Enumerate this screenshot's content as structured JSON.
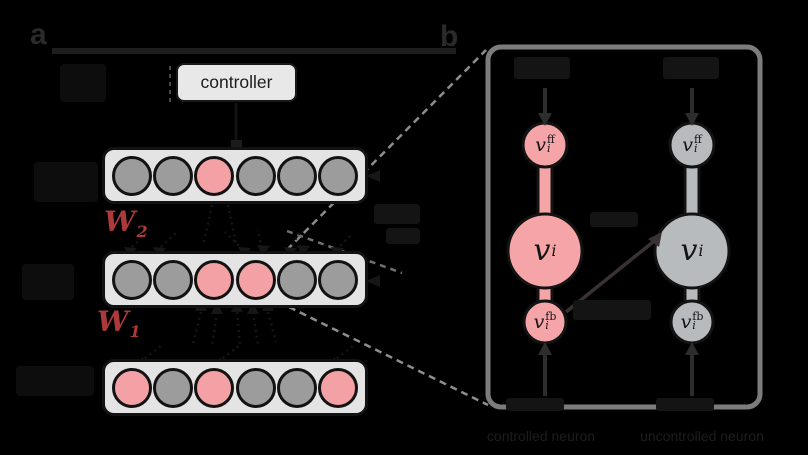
{
  "figure": {
    "background": "#000000",
    "panel_a": {
      "label": "a",
      "controller": {
        "label": "controller"
      },
      "weights": [
        {
          "base": "W",
          "sub": "2"
        },
        {
          "base": "W",
          "sub": "1"
        }
      ],
      "layers": [
        {
          "name": "hidden-layer-2",
          "pattern": [
            "gray",
            "gray",
            "pink",
            "gray",
            "gray",
            "gray"
          ]
        },
        {
          "name": "hidden-layer-1",
          "pattern": [
            "gray",
            "gray",
            "pink",
            "pink",
            "gray",
            "gray"
          ]
        },
        {
          "name": "input-layer",
          "pattern": [
            "pink",
            "gray",
            "pink",
            "gray",
            "gray",
            "pink"
          ]
        }
      ]
    },
    "panel_b": {
      "label": "b",
      "compartment_labels": {
        "ff": {
          "base": "v",
          "sub": "i",
          "sup": "ff"
        },
        "soma": {
          "base": "v",
          "sub": "i"
        },
        "fb": {
          "base": "v",
          "sub": "i",
          "sup": "fb"
        }
      },
      "neurons": [
        {
          "name": "controlled-neuron",
          "fill": "#f5a5a8"
        },
        {
          "name": "uncontrolled-neuron",
          "fill": "#b8bbbe"
        }
      ],
      "captions": [
        "controlled neuron",
        "uncontrolled neuron"
      ]
    },
    "colors": {
      "pink_unit": "#f3a1a4",
      "gray_unit": "#9c9c9c",
      "box_fill": "#e4e4e4",
      "weight_red": "#ad3a3a",
      "panel_border_gray": "#7c7c7c",
      "lens_line_gray": "#8e8e8e"
    }
  }
}
